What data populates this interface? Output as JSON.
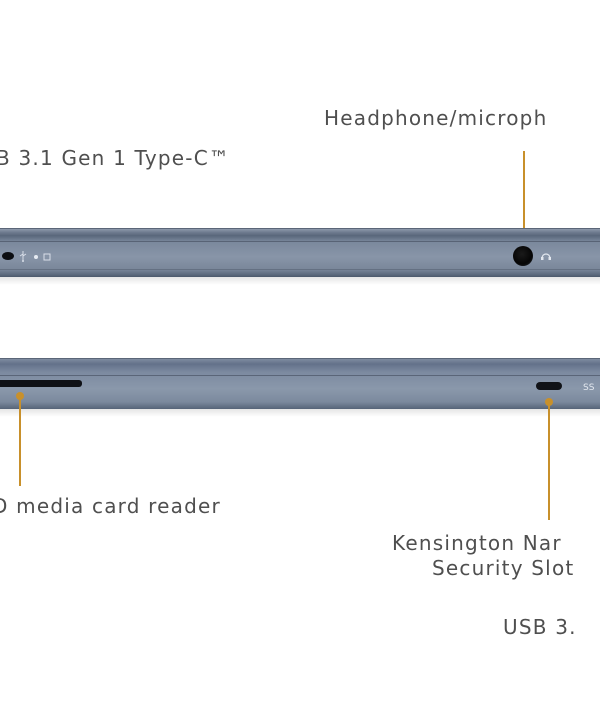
{
  "labels": {
    "headphone": "Headphone/microph",
    "usb_type_c": "B 3.1 Gen 1 Type-C™",
    "card_reader": "D media card reader",
    "kensington_line1": "Kensington Nar",
    "kensington_line2": "Security Slot",
    "usb_bottom": "USB  3."
  },
  "icons": {
    "top_strip_icons": [
      "power-indicator-icon",
      "usb-trident-icon",
      "battery-led-icon"
    ],
    "headphone_icon": "headset-icon",
    "usb_superspeed_icon": "superspeed-usb-icon"
  },
  "colors": {
    "leader": "#c8902b",
    "chassis": "#7f8ca0",
    "text": "#4f4f4f"
  }
}
